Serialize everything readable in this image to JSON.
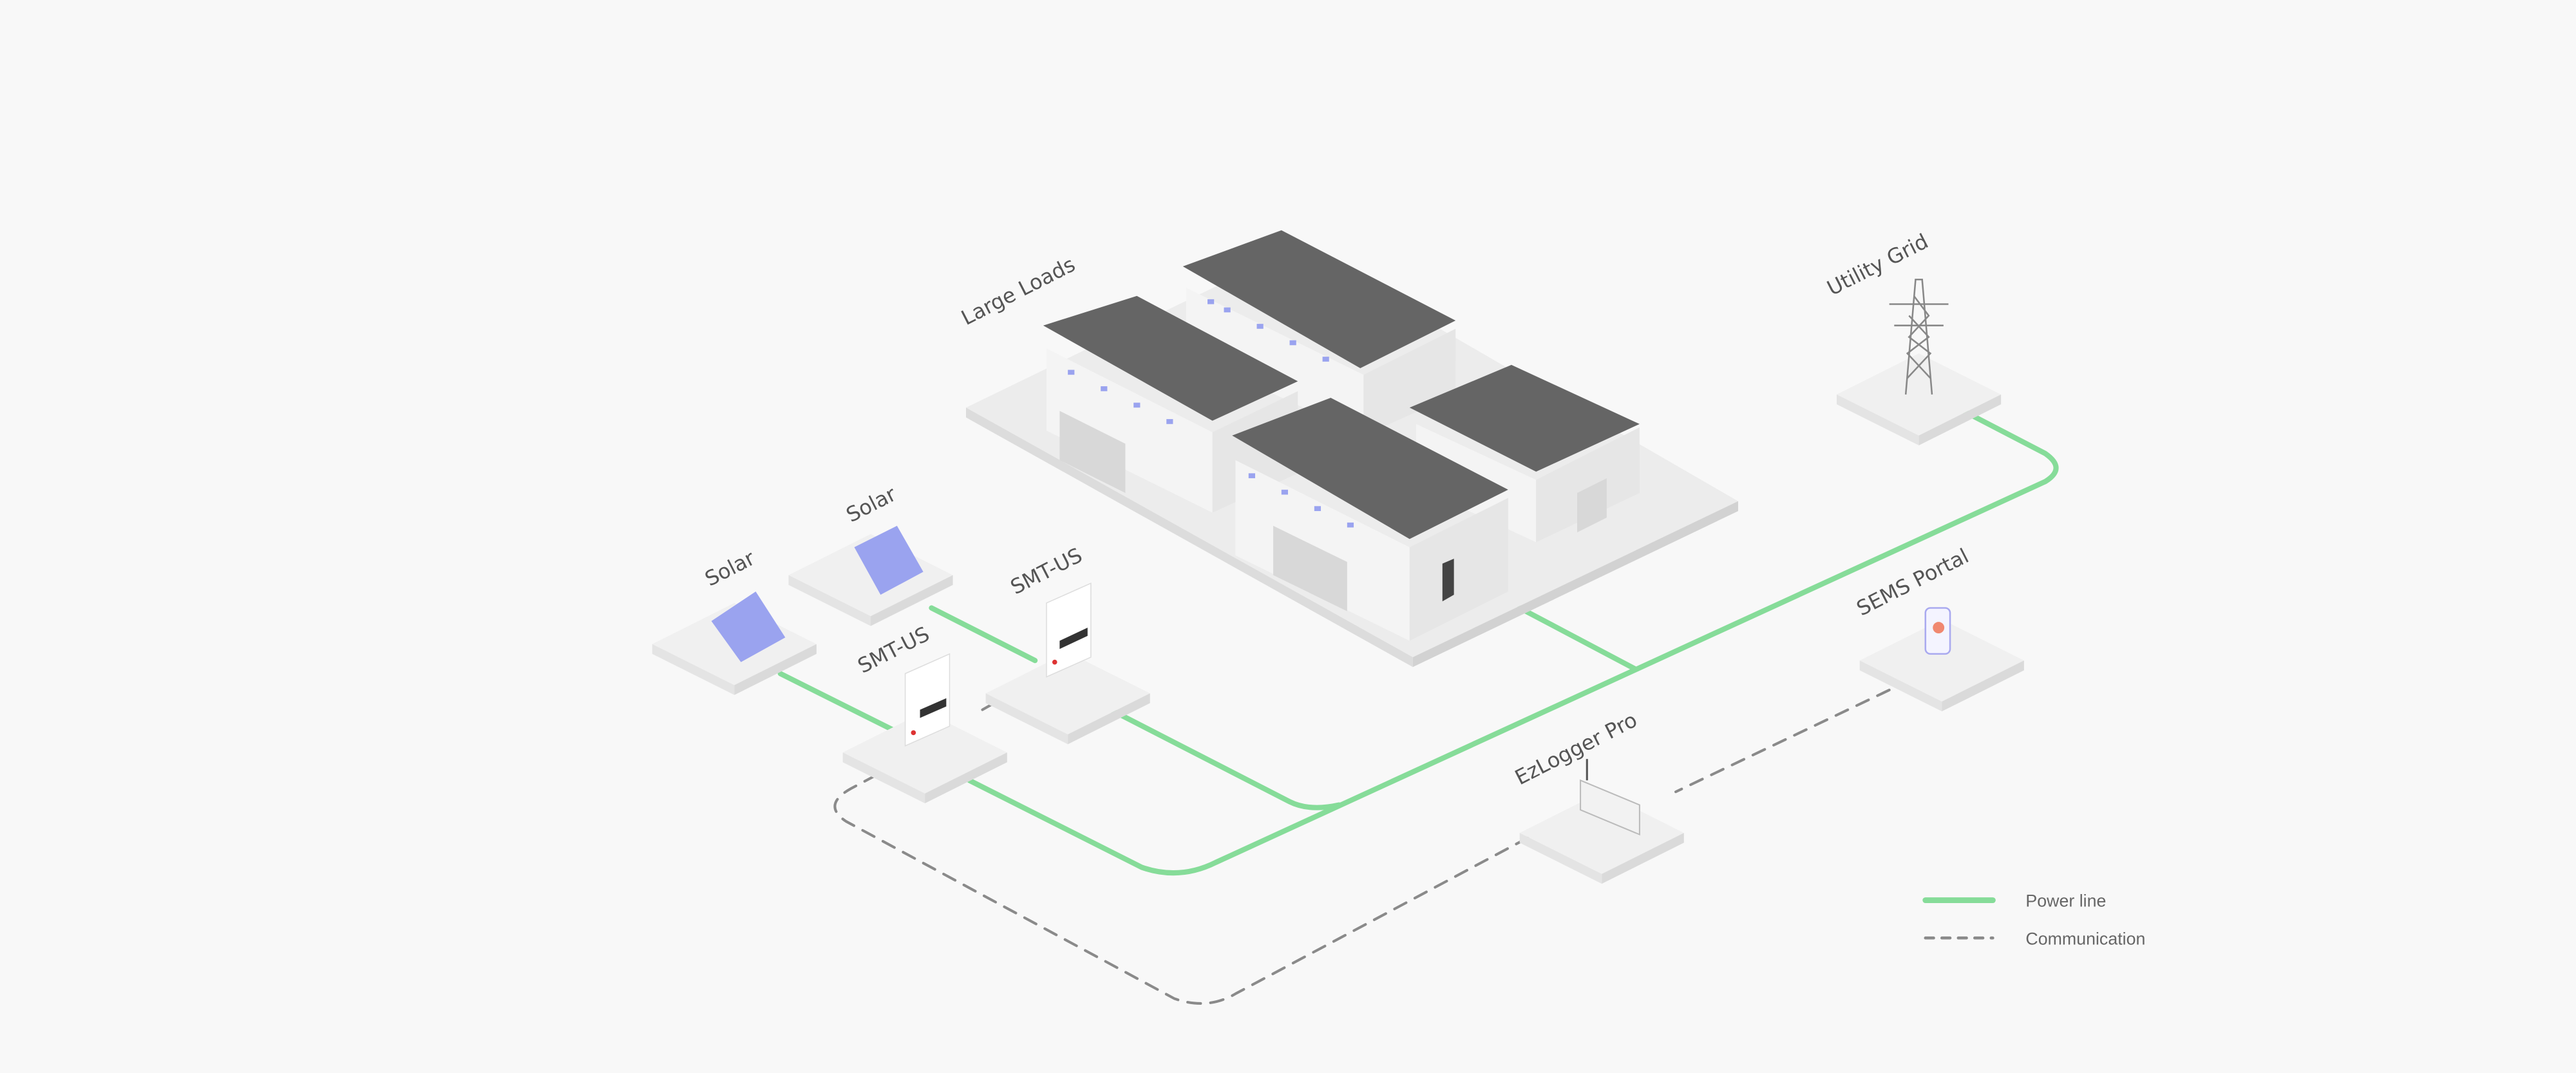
{
  "labels": {
    "large_loads": "Large Loads",
    "utility_grid": "Utility Grid",
    "solar_1": "Solar",
    "solar_2": "Solar",
    "smt_us_1": "SMT-US",
    "smt_us_2": "SMT-US",
    "sems_portal": "SEMS Portal",
    "ezlogger_pro": "EzLogger Pro"
  },
  "legend": {
    "power_line": "Power line",
    "communication": "Communication"
  },
  "colors": {
    "power_line": "#86dc99",
    "communication": "#8a8a8a",
    "solar_panel": "#9aa3ef",
    "roof": "#656565"
  }
}
